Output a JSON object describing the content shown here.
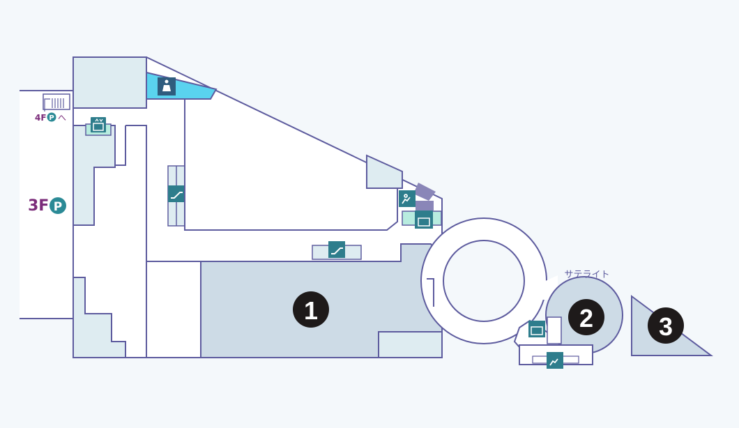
{
  "map": {
    "parking_4f": {
      "floor": "4F",
      "symbol": "P",
      "suffix": "へ"
    },
    "parking_3f": {
      "floor": "3F",
      "symbol": "P"
    },
    "satellite_label": "サテライト",
    "areas": [
      {
        "number": "1"
      },
      {
        "number": "2"
      },
      {
        "number": "3"
      }
    ],
    "icons": [
      "restroom-women-icon",
      "elevator-icon",
      "escalator-icon",
      "stairs-icon"
    ]
  },
  "colors": {
    "outline": "#5d5b9e",
    "restroom": "#5ad3ef",
    "icon": "#2e7d8c",
    "parking_text": "#7b2c7a",
    "area_marker": "#1e1a1a"
  }
}
